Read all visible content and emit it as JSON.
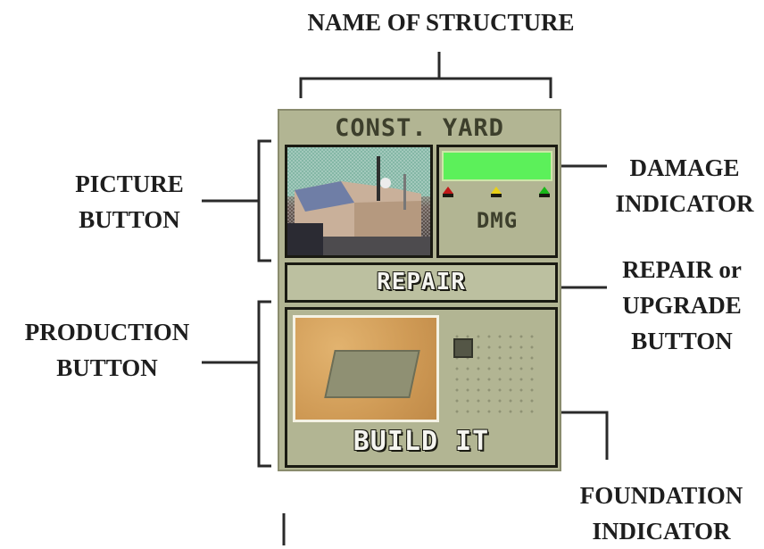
{
  "callouts": {
    "name_of_structure": "NAME OF STRUCTURE",
    "picture_button": [
      "PICTURE",
      "BUTTON"
    ],
    "production_button": [
      "PRODUCTION",
      "BUTTON"
    ],
    "damage_indicator": [
      "DAMAGE",
      "INDICATOR"
    ],
    "repair_upgrade_button": [
      "REPAIR or",
      "UPGRADE",
      "BUTTON"
    ],
    "foundation_indicator": [
      "FOUNDATION",
      "INDICATOR"
    ]
  },
  "panel": {
    "structure_name": "CONST. YARD",
    "damage_label": "DMG",
    "damage_health": 1.0,
    "repair_label": "REPAIR",
    "build_label": "BUILD IT"
  },
  "colors": {
    "panel_bg": "#b2b593",
    "health_green": "#5cf05a",
    "marker_red": "#c01818",
    "marker_yellow": "#e8d018",
    "marker_green": "#18b818"
  }
}
